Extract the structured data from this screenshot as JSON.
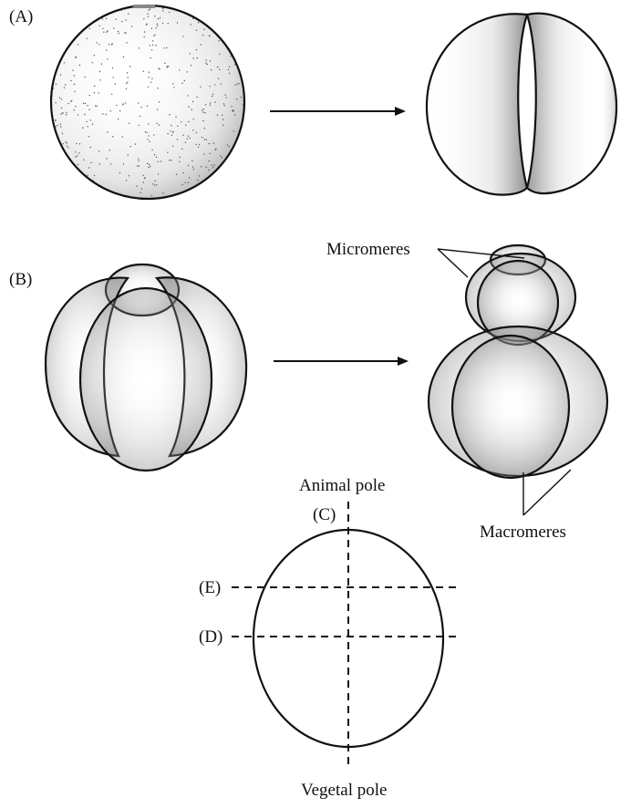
{
  "panels": {
    "a": {
      "label": "(A)"
    },
    "b": {
      "label": "(B)"
    }
  },
  "annotations": {
    "micromeres": "Micromeres",
    "macromeres": "Macromeres",
    "animal_pole": "Animal pole",
    "vegetal_pole": "Vegetal pole"
  },
  "planes": {
    "c": "(C)",
    "d": "(D)",
    "e": "(E)"
  },
  "colors": {
    "ink": "#111111",
    "stipple": "#555555",
    "background": "#ffffff"
  }
}
